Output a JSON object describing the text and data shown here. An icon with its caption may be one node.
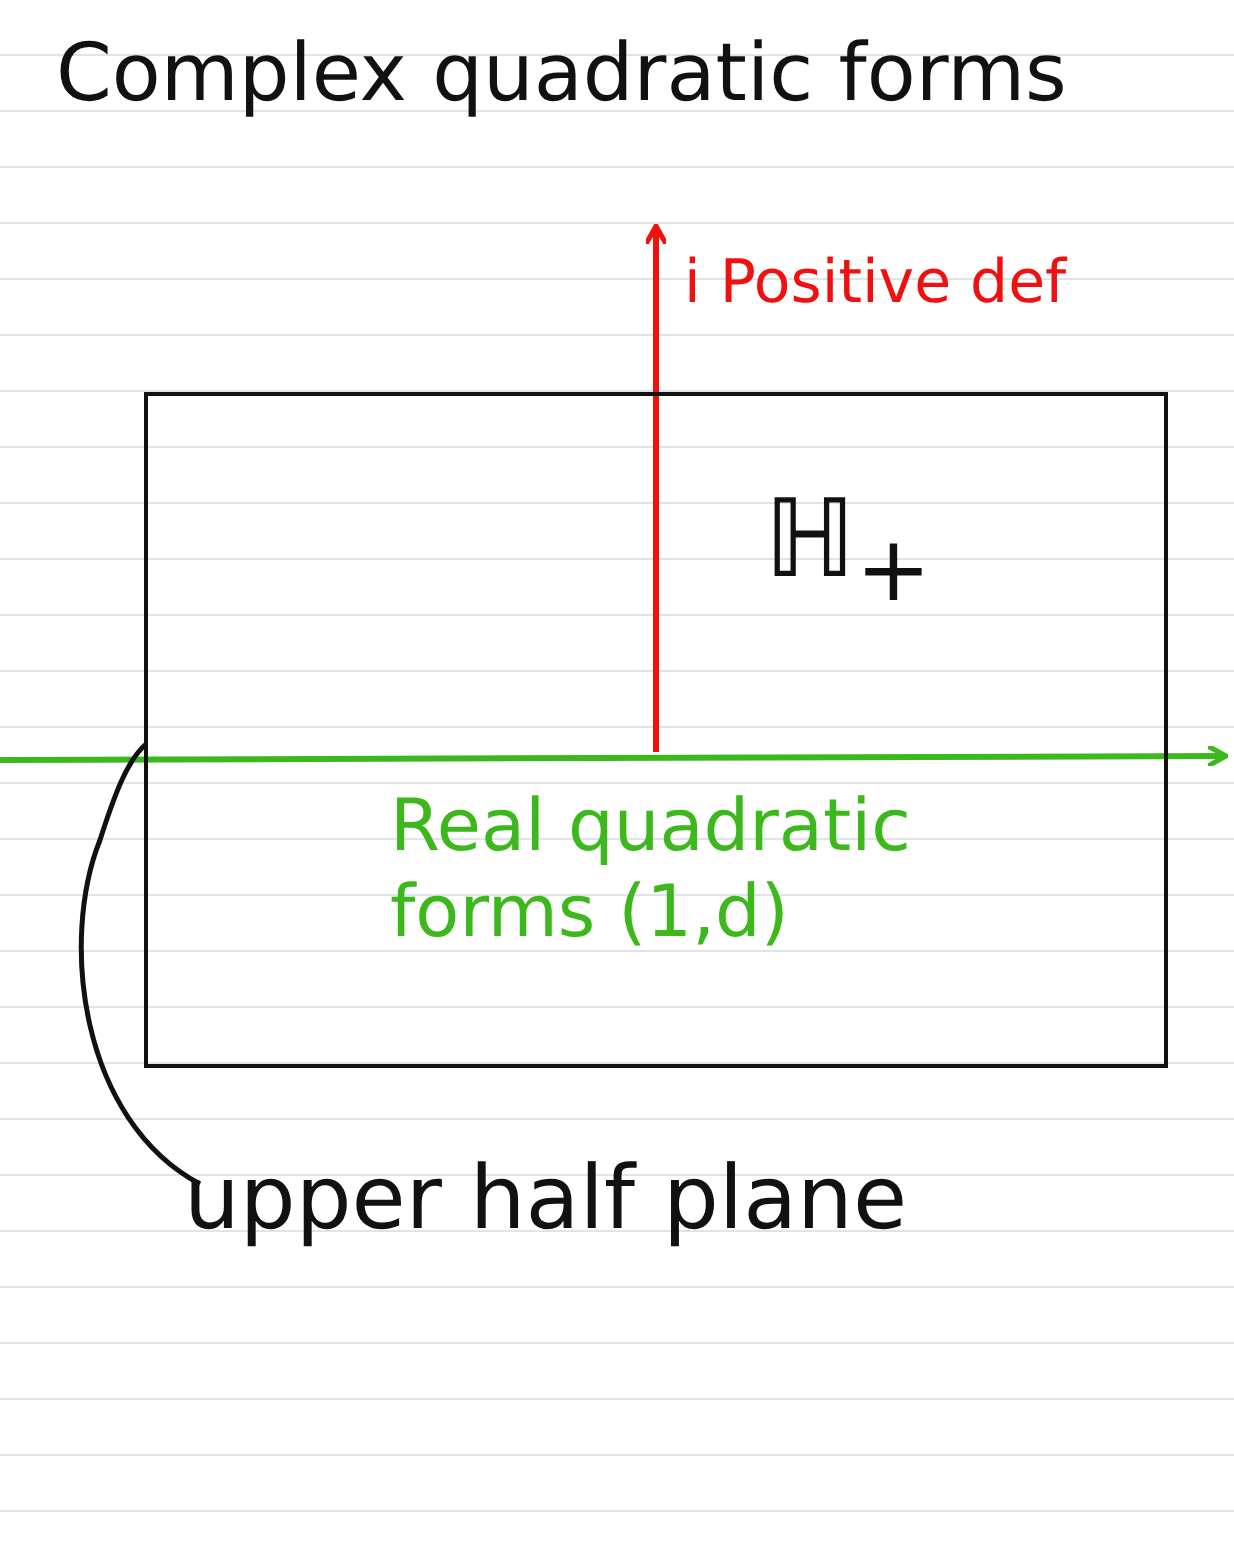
{
  "diagram": {
    "title": "Complex quadratic forms",
    "nodes": [
      {
        "text": [
          "ℍ$_{+}$"
        ]
      },
      {
        "text": [
          "upper half plane"
        ]
      }
    ],
    "edges": [
      {
        "from": 1,
        "to": 0,
        "arrow": "none"
      }
    ],
    "labels": [
      "i Positive def",
      "Real quadratic forms (1,d)"
    ]
  }
}
